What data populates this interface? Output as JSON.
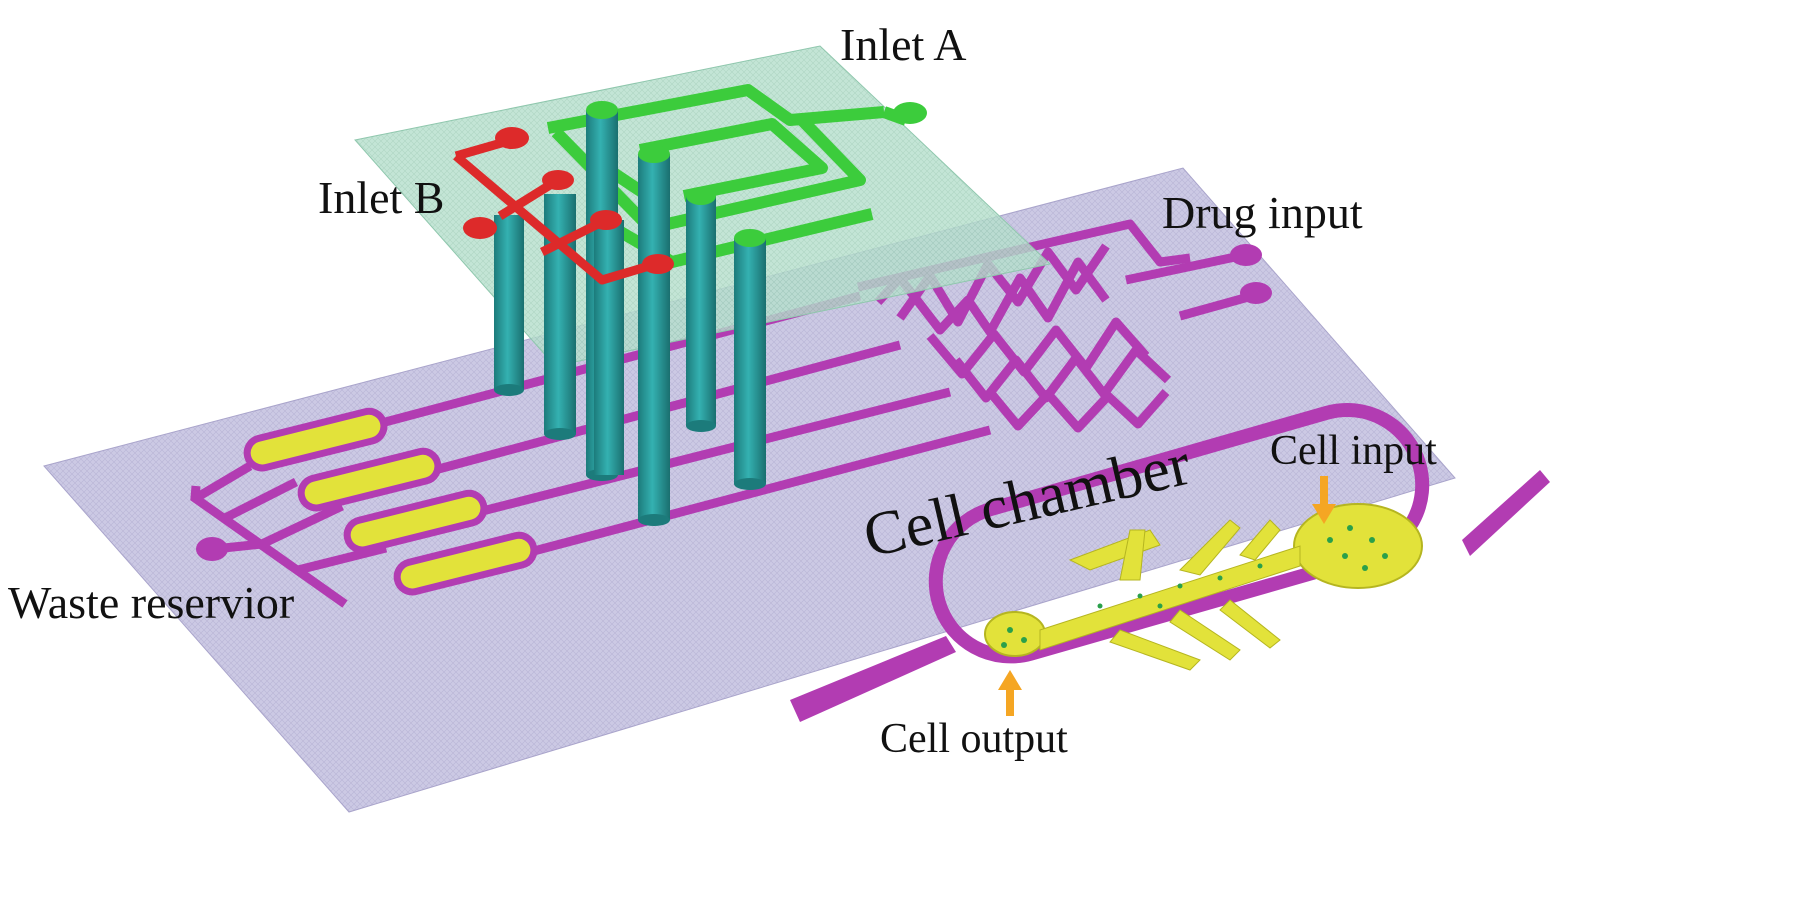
{
  "labels": {
    "inlet_a": "Inlet A",
    "inlet_b": "Inlet B",
    "drug_input": "Drug input",
    "waste_reservoir": "Waste reservior",
    "cell_chamber": "Cell chamber",
    "cell_input": "Cell input",
    "cell_output": "Cell output"
  },
  "colors": {
    "channel_magenta": "#b23cb2",
    "chamber_yellow": "#e2e23a",
    "pillar_teal": "#2b9c9c",
    "inlet_a_green": "#3ccc3c",
    "inlet_b_red": "#dd2a2a",
    "arrow_orange": "#f5a623",
    "base_plate_lavender": "#c9c6e3",
    "top_plate_green": "#a9d9c4"
  }
}
